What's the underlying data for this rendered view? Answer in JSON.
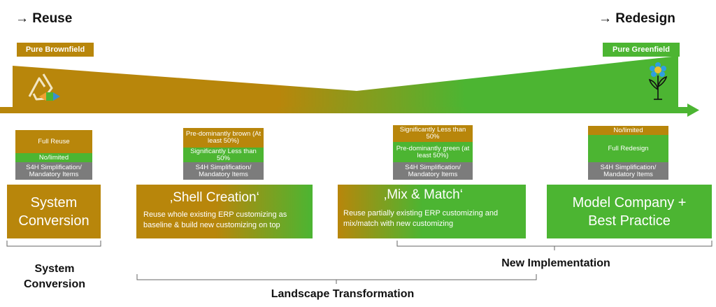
{
  "header": {
    "left_heading": "→ Reuse",
    "right_heading": "→ Redesign",
    "left_tag": "Pure Brownfield",
    "right_tag": "Pure Greenfield"
  },
  "colors": {
    "brown": "#b8860b",
    "green": "#4cb532",
    "gray": "#7c7c7c"
  },
  "icons": {
    "left": "recycle-icon",
    "right": "flower-icon"
  },
  "columns": [
    {
      "small_boxes": [
        {
          "text": "Full Reuse",
          "color": "brown"
        },
        {
          "text": "No/limited",
          "color": "green"
        },
        {
          "text": "S4H Simplification/ Mandatory Items",
          "color": "gray"
        }
      ],
      "title": "System Conversion",
      "description": ""
    },
    {
      "small_boxes": [
        {
          "text": "Pre-dominantly brown (At least 50%)",
          "color": "brown"
        },
        {
          "text": "Significantly Less than 50%",
          "color": "green"
        },
        {
          "text": "S4H Simplification/ Mandatory Items",
          "color": "gray"
        }
      ],
      "title": "‚Shell Creation‘",
      "description": "Reuse whole existing ERP customizing as baseline & build new customizing on top"
    },
    {
      "small_boxes": [
        {
          "text": "Significantly Less than 50%",
          "color": "brown"
        },
        {
          "text": "Pre-dominantly green (at least 50%)",
          "color": "green"
        },
        {
          "text": "S4H Simplification/ Mandatory Items",
          "color": "gray"
        }
      ],
      "title": "‚Mix & Match‘",
      "description": "Reuse partially existing ERP customizing and mix/match with new customizing"
    },
    {
      "small_boxes": [
        {
          "text": "No/limited",
          "color": "brown"
        },
        {
          "text": "Full Redesign",
          "color": "green"
        },
        {
          "text": "S4H Simplification/ Mandatory Items",
          "color": "gray"
        }
      ],
      "title": "Model Company + Best Practice",
      "description": ""
    }
  ],
  "groups": {
    "system_conversion": "System Conversion",
    "new_implementation": "New Implementation",
    "landscape_transformation": "Landscape Transformation"
  }
}
